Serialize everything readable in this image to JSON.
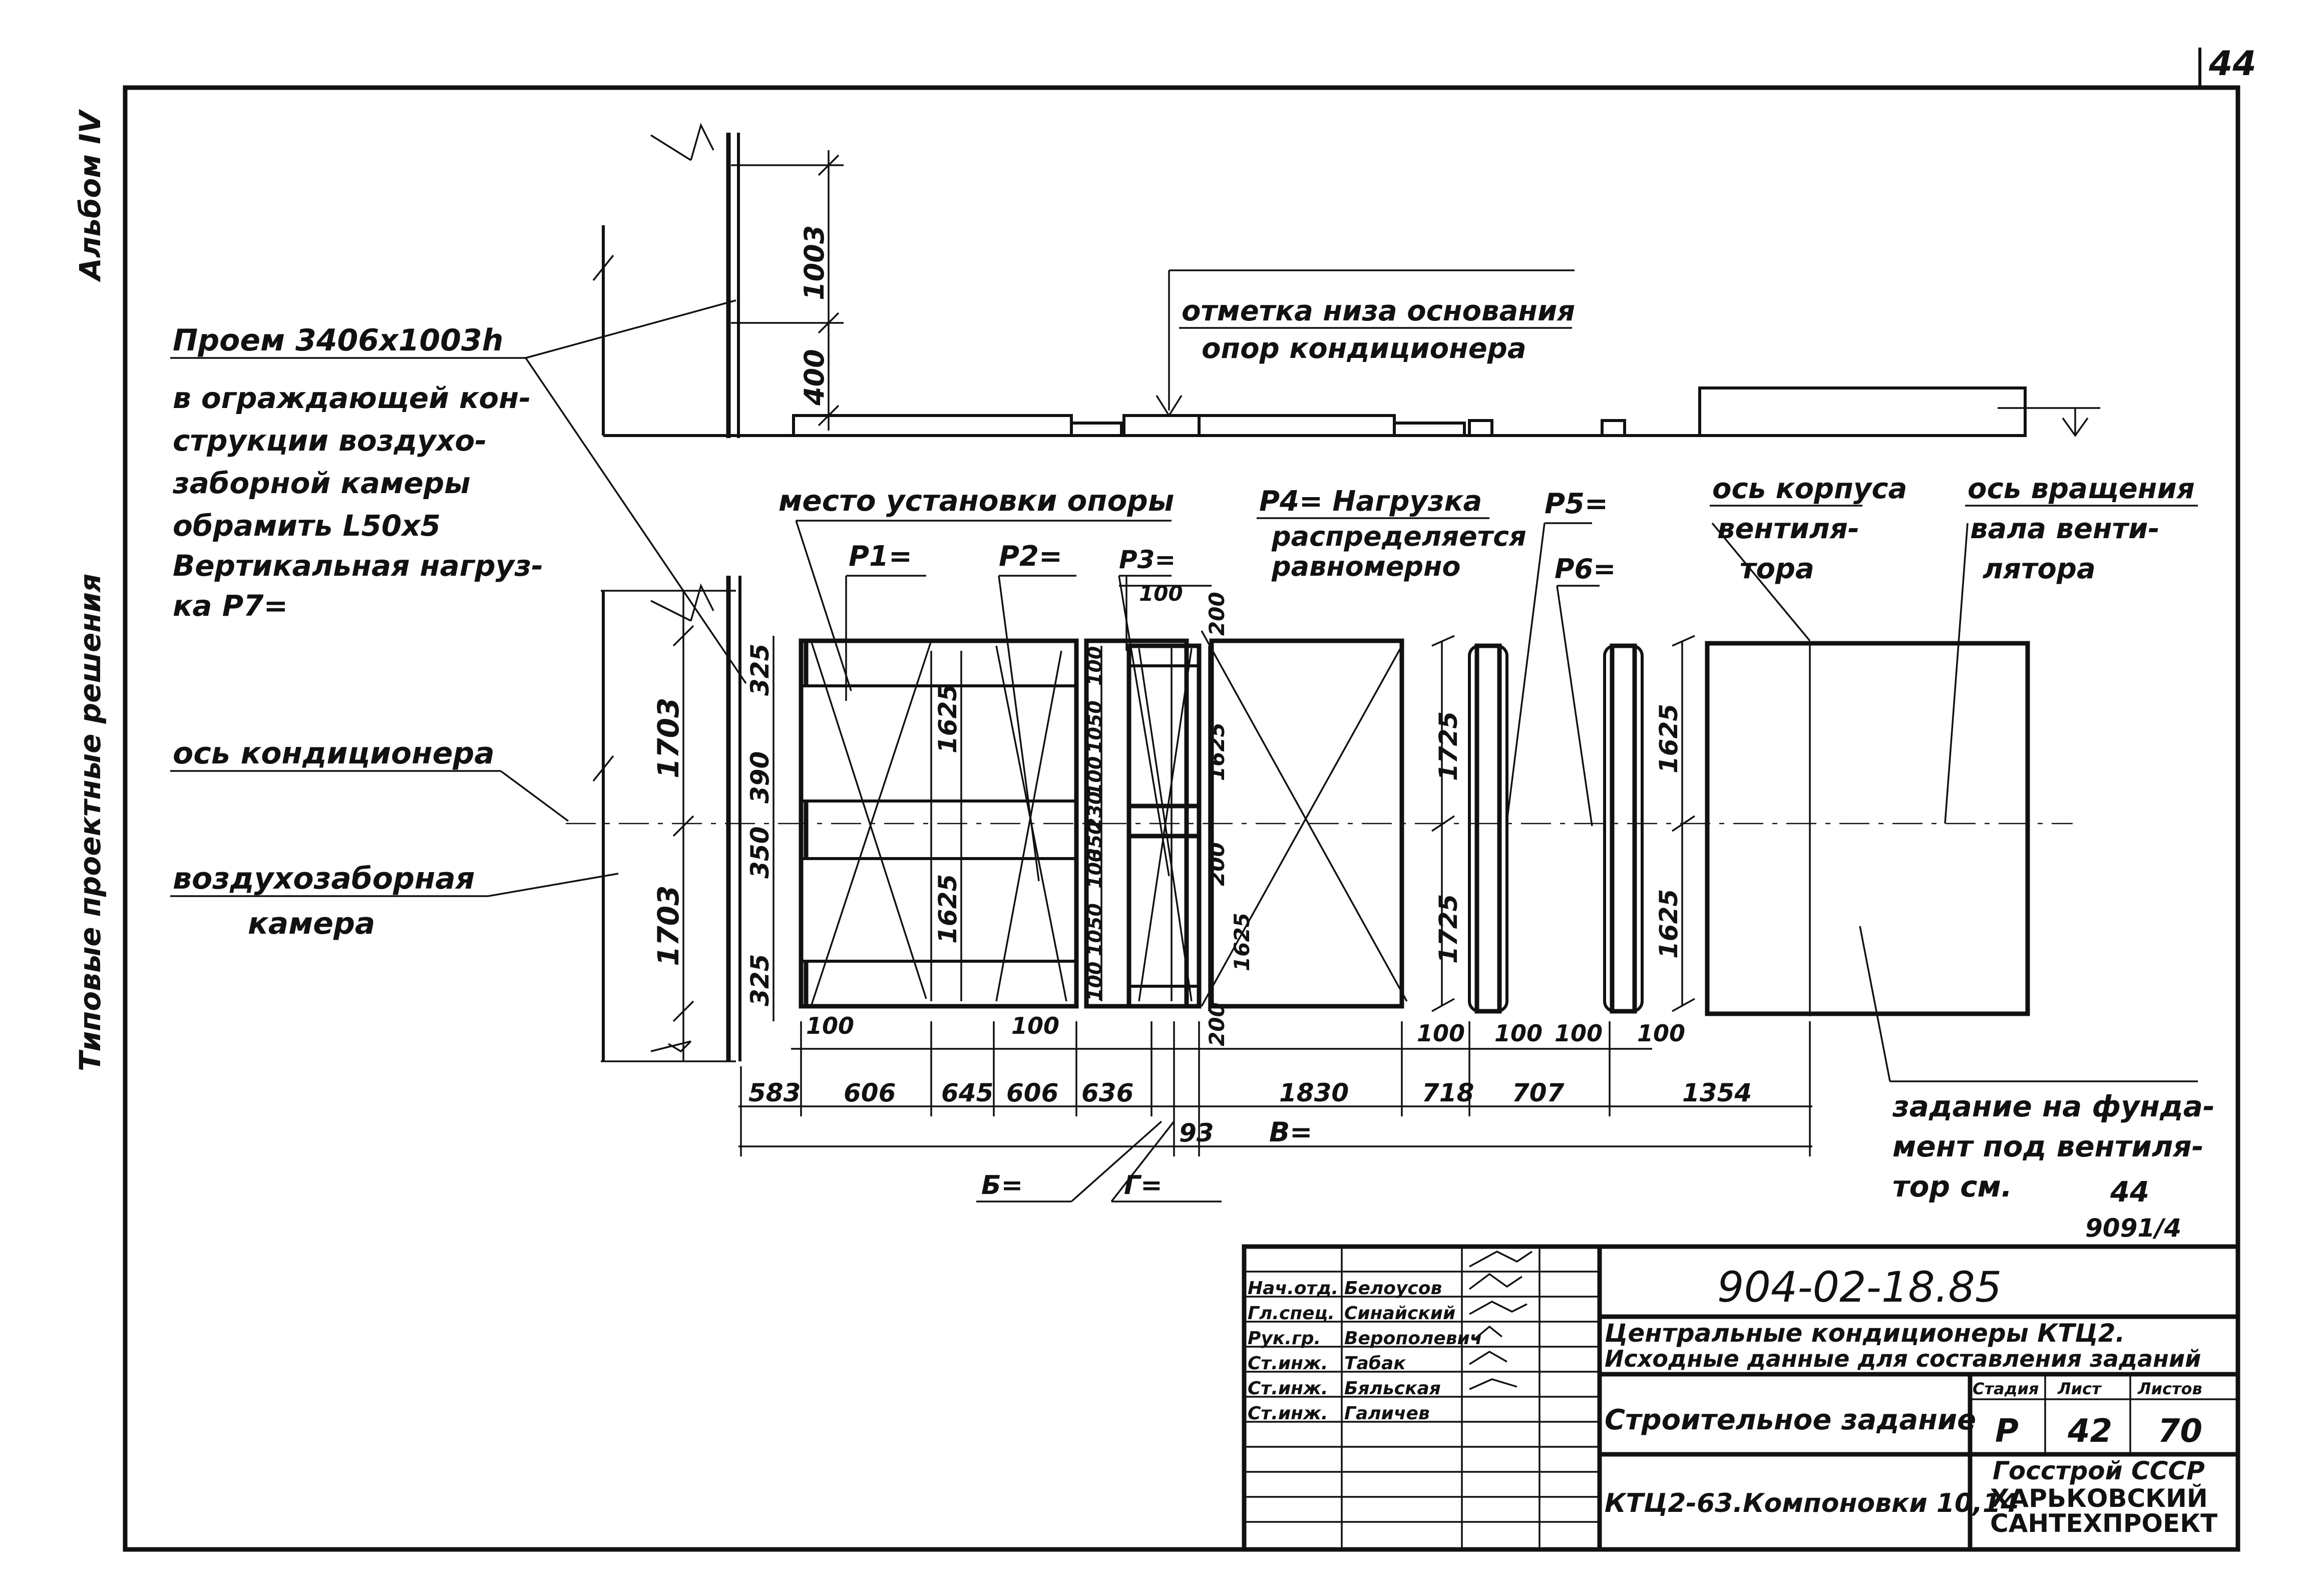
{
  "sheet_number": "44",
  "side_labels": {
    "album": "Альбом IV",
    "series": "Типовые проектные решения"
  },
  "notes": {
    "opening_title": "Проем 3406х1003h",
    "opening_desc": [
      "в ограждающей кон-",
      "струкции воздухо-",
      "заборной камеры",
      "обрамить L50х5",
      "Вертикальная нагруз-",
      "ка  P7="
    ],
    "axis_conditioner": "ось кондиционера",
    "air_chamber": [
      "воздухозаборная",
      "камера"
    ],
    "support_base": [
      "отметка низа основания",
      "опор кондиционера"
    ],
    "support_place": "место установки опоры",
    "p4_note": [
      "P4=      Нагрузка",
      "распределяется",
      "равномерно"
    ],
    "fan_body_axis": [
      "ось корпуса",
      "вентиля-",
      "тора"
    ],
    "fan_rotation_axis": [
      "ось вращения",
      "вала венти-",
      "лятора"
    ],
    "foundation_task": [
      "задание на фунда-",
      "мент под вентиля-",
      "тор см."
    ],
    "foundation_ref": [
      "44",
      "9091/4"
    ]
  },
  "loads": {
    "p1": "P1=",
    "p2": "P2=",
    "p3": "P3=",
    "p5": "P5=",
    "p6": "P6=",
    "b": "Б=",
    "g": "Г=",
    "v": "В="
  },
  "dimensions": {
    "top_vert": [
      "1003",
      "400"
    ],
    "left_vert": [
      "1703",
      "1703"
    ],
    "left_small": [
      "325",
      "390",
      "350",
      "325"
    ],
    "block1_vert": [
      "1625",
      "1625"
    ],
    "block2_vert": [
      "100",
      "1050",
      "100",
      "230",
      "350",
      "100",
      "1050",
      "100"
    ],
    "block3_vert": [
      "200",
      "1625",
      "200",
      "1625",
      "200"
    ],
    "block4_vert": [
      "1725",
      "1725"
    ],
    "block5_vert": [
      "1625",
      "1625"
    ],
    "top_p3": "100",
    "bottom_small": [
      "100",
      "100",
      "100",
      "100",
      "100",
      "100"
    ],
    "bottom_row": [
      "583",
      "606",
      "645",
      "606",
      "636",
      "1830",
      "718",
      "707",
      "1354"
    ],
    "bottom_93": "93"
  },
  "title_block": {
    "code": "904-02-18.85",
    "description": [
      "Центральные кондиционеры КТЦ2.",
      "Исходные данные для составления заданий"
    ],
    "sheet_name": "Строительное задание",
    "sub_name": "КТЦ2-63.Компоновки 10,14",
    "stage_label": "Стадия",
    "sheet_label": "Лист",
    "sheets_label": "Листов",
    "stage": "Р",
    "sheet": "42",
    "sheets": "70",
    "org": [
      "Госстрой СССР",
      "ХАРЬКОВСКИЙ",
      "САНТЕХПРОЕКТ"
    ],
    "staff": [
      {
        "role": "Нач.отд.",
        "name": "Белоусов"
      },
      {
        "role": "Гл.спец.",
        "name": "Синайский"
      },
      {
        "role": "Рук.гр.",
        "name": "Верополевич"
      },
      {
        "role": "Ст.инж.",
        "name": "Табак"
      },
      {
        "role": "Ст.инж.",
        "name": "Бяльская"
      },
      {
        "role": "Ст.инж.",
        "name": "Галичев"
      }
    ]
  }
}
